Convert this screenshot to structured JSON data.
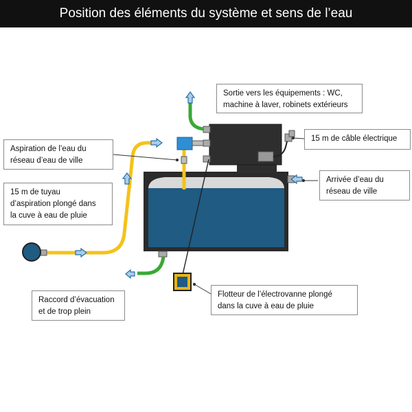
{
  "title": "Position des éléments du système et sens de l’eau",
  "colors": {
    "title_bg": "#111111",
    "pump_body": "#2e2e2e",
    "tank_water": "#1f5b82",
    "suction_pipe": "#f4c21a",
    "green_hose": "#3aa935",
    "flow_arrow": "#a9cde8",
    "valve_body": "#2f8fd4",
    "float_body": "#e8b416"
  },
  "callouts": {
    "sortie": [
      "Sortie vers les équipements : WC,",
      "machine à laver, robinets extérieurs"
    ],
    "cable": [
      "15 m de câble électrique"
    ],
    "aspiration": [
      "Aspiration de l’eau du",
      "réseau d’eau de ville"
    ],
    "arrivee": [
      "Arrivée d’eau du",
      "réseau de ville"
    ],
    "tuyau": [
      "15 m de tuyau",
      "d’aspiration plongé dans",
      "la cuve à eau de pluie"
    ],
    "raccord": [
      "Raccord d’évacuation",
      "et de trop plein"
    ],
    "flotteur": [
      "Flotteur de l’électrovanne plongé",
      "dans la cuve à eau de pluie"
    ]
  }
}
